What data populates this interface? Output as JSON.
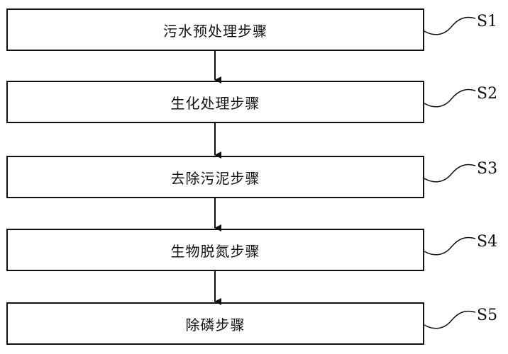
{
  "steps": [
    {
      "label": "污水预处理步骤",
      "tag": "S1"
    },
    {
      "label": "生化处理步骤",
      "tag": "S2"
    },
    {
      "label": "去除污泥步骤",
      "tag": "S3"
    },
    {
      "label": "生物脱氮步骤",
      "tag": "S4"
    },
    {
      "label": "除磷步骤",
      "tag": "S5"
    }
  ],
  "colors": {
    "line": "#111111",
    "background": "#ffffff"
  }
}
